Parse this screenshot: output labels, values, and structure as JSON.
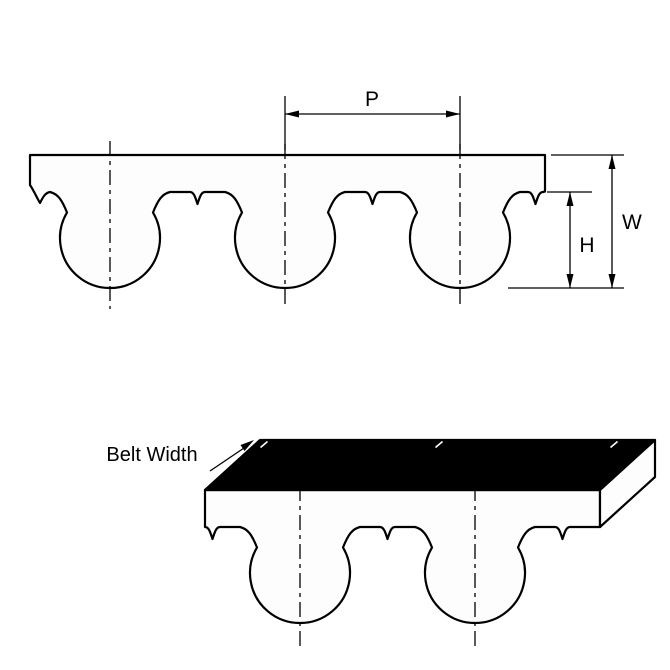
{
  "labels": {
    "pitch": "P",
    "belt_thickness": "W",
    "tooth_height": "H",
    "belt_width": "Belt Width"
  },
  "colors": {
    "line": "#000000",
    "belt_fill": "#fdfdfd",
    "top_face": "#000000",
    "background": "#ffffff"
  }
}
